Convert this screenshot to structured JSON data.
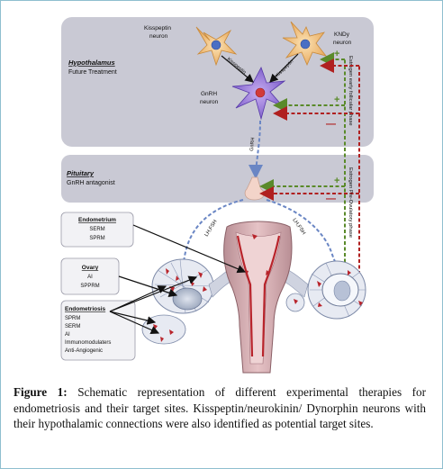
{
  "panels": {
    "hypothalamus": {
      "title": "Hypothalamus",
      "subtitle": "Future Treatment"
    },
    "pituitary": {
      "title": "Pituitary",
      "subtitle": "GnRH antagonist"
    },
    "endometrium": {
      "title": "Endometrium",
      "items": [
        "SERM",
        "SPRM"
      ]
    },
    "ovary": {
      "title": "Ovary",
      "items": [
        "AI",
        "SPPRM"
      ]
    },
    "endometriosis": {
      "title": "Endometriosis",
      "items": [
        "SPRM",
        "SERM",
        "AI",
        "Immunomodulaters",
        "Anti-Angiogenic"
      ]
    }
  },
  "neurons": {
    "kisspeptin": [
      "Kisspeptin",
      "neuron"
    ],
    "kndy": "KNDy",
    "kndy_neuron": "neuron",
    "gnrh": [
      "GnRH",
      "neuron"
    ]
  },
  "arrow_labels": {
    "kisspeptin_left": "Kisspeptin",
    "kisspeptin_right": "Kisspeptin",
    "gnrh": "GnRH",
    "lhfsh_left": "LH,FSH",
    "lhfsh_right": "LH,FSH",
    "estrogen_early": "Estrogen early follicular phase",
    "estrogen_pre": "Estrogen Pre-Ovulatory phase",
    "plus": "+",
    "minus": "—"
  },
  "caption": {
    "label": "Figure 1:",
    "text": "Schematic representation of different experimental therapies for endometriosis and their target sites. Kisspeptin/neurokinin/ Dynorphin neurons with their hypothalamic connections were also identified as potential target sites."
  },
  "colors": {
    "panel": "#c9c9d4",
    "green_arrow": "#5a8a2a",
    "red_arrow": "#b02020",
    "blue_arrow": "#6a86c4",
    "lesion": "#b8242b"
  }
}
